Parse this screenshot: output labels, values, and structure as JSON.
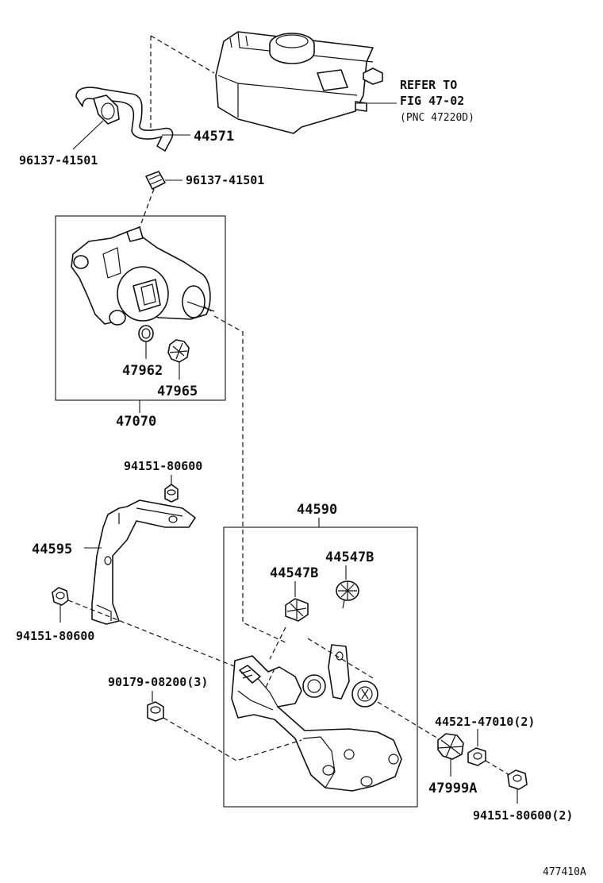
{
  "diagram_id": "477410A",
  "reference": {
    "line1": "REFER TO",
    "line2": "FIG 47-02",
    "line3": "(PNC 47220D)"
  },
  "labels": {
    "hose": "44571",
    "clip_left": "96137-41501",
    "clip_right": "96137-41501",
    "pump_assembly": "47070",
    "o_ring": "47962",
    "grommet_pump": "47965",
    "bracket_nut_top": "94151-80600",
    "bracket": "44595",
    "bracket_nut_left": "94151-80600",
    "actuator_assembly": "44590",
    "cushion_1": "44547B",
    "cushion_2": "44547B",
    "bolt": "90179-08200(3)",
    "spacer": "44521-47010(2)",
    "grommet_actuator": "47999A",
    "nut_bottom": "94151-80600(2)"
  }
}
